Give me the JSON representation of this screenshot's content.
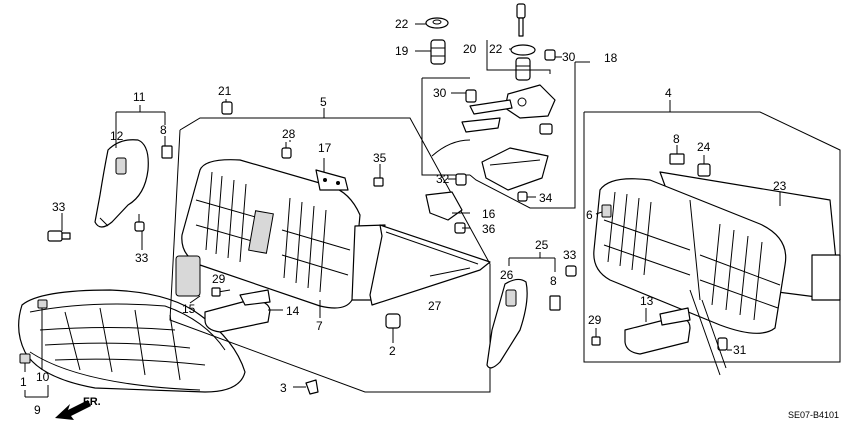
{
  "diagram": {
    "code": "SE07-B4101",
    "front_arrow_label": "FR.",
    "callouts": [
      {
        "id": "c1",
        "label": "1"
      },
      {
        "id": "c2",
        "label": "2"
      },
      {
        "id": "c3",
        "label": "3"
      },
      {
        "id": "c4",
        "label": "4"
      },
      {
        "id": "c5",
        "label": "5"
      },
      {
        "id": "c6",
        "label": "6"
      },
      {
        "id": "c7",
        "label": "7"
      },
      {
        "id": "c8a",
        "label": "8"
      },
      {
        "id": "c8b",
        "label": "8"
      },
      {
        "id": "c8c",
        "label": "8"
      },
      {
        "id": "c9",
        "label": "9"
      },
      {
        "id": "c10",
        "label": "10"
      },
      {
        "id": "c11",
        "label": "11"
      },
      {
        "id": "c12",
        "label": "12"
      },
      {
        "id": "c13",
        "label": "13"
      },
      {
        "id": "c14",
        "label": "14"
      },
      {
        "id": "c15",
        "label": "15"
      },
      {
        "id": "c16",
        "label": "16"
      },
      {
        "id": "c17",
        "label": "17"
      },
      {
        "id": "c18",
        "label": "18"
      },
      {
        "id": "c19",
        "label": "19"
      },
      {
        "id": "c20",
        "label": "20"
      },
      {
        "id": "c21",
        "label": "21"
      },
      {
        "id": "c22a",
        "label": "22"
      },
      {
        "id": "c22b",
        "label": "22"
      },
      {
        "id": "c23",
        "label": "23"
      },
      {
        "id": "c24",
        "label": "24"
      },
      {
        "id": "c25",
        "label": "25"
      },
      {
        "id": "c26",
        "label": "26"
      },
      {
        "id": "c27",
        "label": "27"
      },
      {
        "id": "c28",
        "label": "28"
      },
      {
        "id": "c29a",
        "label": "29"
      },
      {
        "id": "c29b",
        "label": "29"
      },
      {
        "id": "c30a",
        "label": "30"
      },
      {
        "id": "c30b",
        "label": "30"
      },
      {
        "id": "c31",
        "label": "31"
      },
      {
        "id": "c32",
        "label": "32"
      },
      {
        "id": "c33a",
        "label": "33"
      },
      {
        "id": "c33b",
        "label": "33"
      },
      {
        "id": "c33c",
        "label": "33"
      },
      {
        "id": "c34",
        "label": "34"
      },
      {
        "id": "c35",
        "label": "35"
      },
      {
        "id": "c36",
        "label": "36"
      }
    ]
  }
}
